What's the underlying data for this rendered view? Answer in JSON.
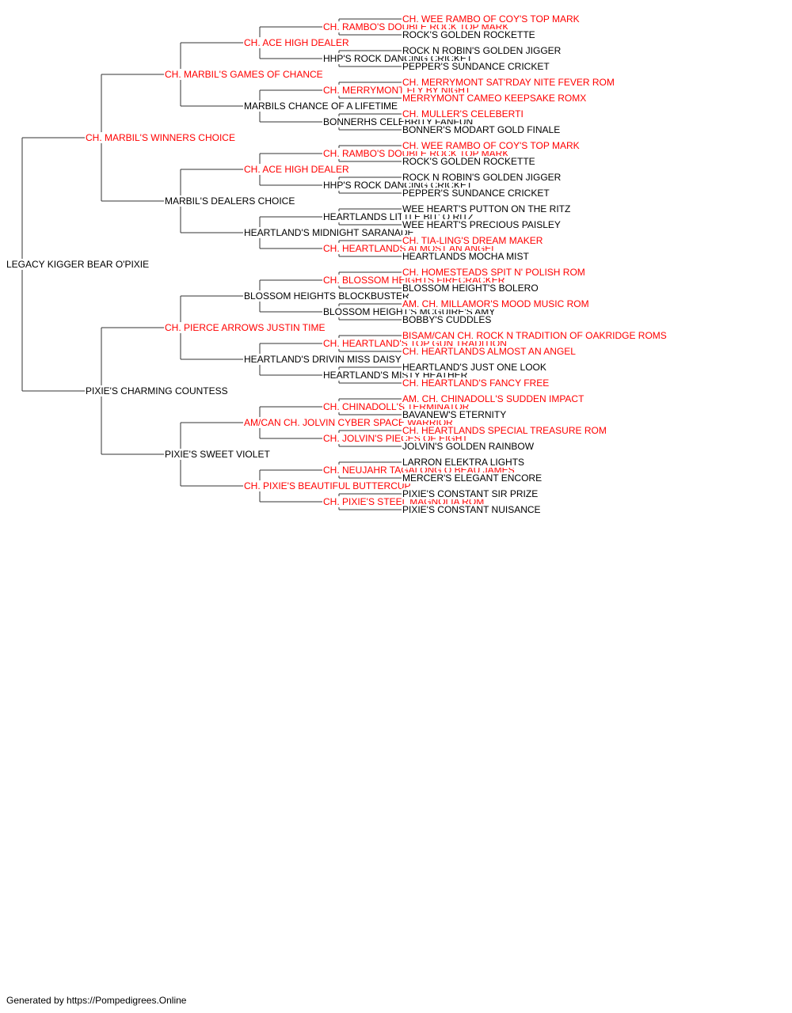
{
  "colors": {
    "champion": "#ff0000",
    "regular": "#000000",
    "line": "#333333"
  },
  "pedigree": {
    "name": "LEGACY KIGGER BEAR O'PIXIE",
    "champion": false,
    "parents": [
      {
        "name": "CH. MARBIL'S WINNERS CHOICE",
        "champion": true,
        "parents": [
          {
            "name": "CH. MARBIL'S GAMES OF CHANCE",
            "champion": true,
            "parents": [
              {
                "name": "CH. ACE HIGH DEALER",
                "champion": true,
                "parents": [
                  {
                    "name": "CH. RAMBO'S DOUBLE ROCK TOP MARK",
                    "champion": true,
                    "parents": [
                      {
                        "name": "CH. WEE RAMBO OF COY'S TOP MARK",
                        "champion": true
                      },
                      {
                        "name": "ROCK'S GOLDEN ROCKETTE",
                        "champion": false
                      }
                    ]
                  },
                  {
                    "name": "HHP'S ROCK DANCING CRICKET",
                    "champion": false,
                    "parents": [
                      {
                        "name": "ROCK N ROBIN'S GOLDEN JIGGER",
                        "champion": false
                      },
                      {
                        "name": "PEPPER'S SUNDANCE CRICKET",
                        "champion": false
                      }
                    ]
                  }
                ]
              },
              {
                "name": "MARBILS CHANCE OF A LIFETIME",
                "champion": false,
                "parents": [
                  {
                    "name": "CH. MERRYMONT FLY BY NIGHT",
                    "champion": true,
                    "parents": [
                      {
                        "name": "CH. MERRYMONT SAT'RDAY NITE FEVER ROM",
                        "champion": true
                      },
                      {
                        "name": "MERRYMONT CAMEO KEEPSAKE ROMX",
                        "champion": true
                      }
                    ]
                  },
                  {
                    "name": "BONNERHS CELEBRITY FANFUN",
                    "champion": false,
                    "parents": [
                      {
                        "name": "CH. MULLER'S CELEBERTI",
                        "champion": true
                      },
                      {
                        "name": "BONNER'S MODART GOLD FINALE",
                        "champion": false
                      }
                    ]
                  }
                ]
              }
            ]
          },
          {
            "name": "MARBIL'S DEALERS CHOICE",
            "champion": false,
            "parents": [
              {
                "name": "CH. ACE HIGH DEALER",
                "champion": true,
                "parents": [
                  {
                    "name": "CH. RAMBO'S DOUBLE ROCK TOP MARK",
                    "champion": true,
                    "parents": [
                      {
                        "name": "CH. WEE RAMBO OF COY'S TOP MARK",
                        "champion": true
                      },
                      {
                        "name": "ROCK'S GOLDEN ROCKETTE",
                        "champion": false
                      }
                    ]
                  },
                  {
                    "name": "HHP'S ROCK DANCING CRICKET",
                    "champion": false,
                    "parents": [
                      {
                        "name": "ROCK N ROBIN'S GOLDEN JIGGER",
                        "champion": false
                      },
                      {
                        "name": "PEPPER'S SUNDANCE CRICKET",
                        "champion": false
                      }
                    ]
                  }
                ]
              },
              {
                "name": "HEARTLAND'S MIDNIGHT SARANADE",
                "champion": false,
                "parents": [
                  {
                    "name": "HEARTLANDS LITTLE BIT' O RITZ",
                    "champion": false,
                    "parents": [
                      {
                        "name": "WEE HEART'S PUTTON ON THE RITZ",
                        "champion": false
                      },
                      {
                        "name": "WEE HEART'S PRECIOUS PAISLEY",
                        "champion": false
                      }
                    ]
                  },
                  {
                    "name": "CH. HEARTLANDS ALMOST AN ANGEL",
                    "champion": true,
                    "parents": [
                      {
                        "name": "CH. TIA-LING'S DREAM MAKER",
                        "champion": true
                      },
                      {
                        "name": "HEARTLANDS MOCHA MIST",
                        "champion": false
                      }
                    ]
                  }
                ]
              }
            ]
          }
        ]
      },
      {
        "name": "PIXIE'S CHARMING COUNTESS",
        "champion": false,
        "parents": [
          {
            "name": "CH. PIERCE ARROWS JUSTIN TIME",
            "champion": true,
            "parents": [
              {
                "name": "BLOSSOM HEIGHTS BLOCKBUSTER",
                "champion": false,
                "parents": [
                  {
                    "name": "CH. BLOSSOM HEIGHTS FIRECRACKER",
                    "champion": true,
                    "parents": [
                      {
                        "name": "CH. HOMESTEADS SPIT N' POLISH ROM",
                        "champion": true
                      },
                      {
                        "name": "BLOSSOM HEIGHT'S BOLERO",
                        "champion": false
                      }
                    ]
                  },
                  {
                    "name": "BLOSSOM HEIGHT'S MCGUIRE'S AMY",
                    "champion": false,
                    "parents": [
                      {
                        "name": "AM. CH. MILLAMOR'S MOOD MUSIC ROM",
                        "champion": true
                      },
                      {
                        "name": "BOBBY'S CUDDLES",
                        "champion": false
                      }
                    ]
                  }
                ]
              },
              {
                "name": "HEARTLAND'S DRIVIN MISS DAISY",
                "champion": false,
                "parents": [
                  {
                    "name": "CH. HEARTLAND'S TOP GUN TRADITION",
                    "champion": true,
                    "parents": [
                      {
                        "name": "BISAM/CAN CH. ROCK N TRADITION OF OAKRIDGE ROMS",
                        "champion": true
                      },
                      {
                        "name": "CH. HEARTLANDS ALMOST AN ANGEL",
                        "champion": true
                      }
                    ]
                  },
                  {
                    "name": "HEARTLAND'S MISTY HEATHER",
                    "champion": false,
                    "parents": [
                      {
                        "name": "HEARTLAND'S JUST ONE LOOK",
                        "champion": false
                      },
                      {
                        "name": "CH. HEARTLAND'S FANCY FREE",
                        "champion": true
                      }
                    ]
                  }
                ]
              }
            ]
          },
          {
            "name": "PIXIE'S SWEET VIOLET",
            "champion": false,
            "parents": [
              {
                "name": "AM/CAN CH. JOLVIN CYBER SPACE WARRIOR",
                "champion": true,
                "parents": [
                  {
                    "name": "CH. CHINADOLL'S TERMINATOR",
                    "champion": true,
                    "parents": [
                      {
                        "name": "AM. CH. CHINADOLL'S SUDDEN IMPACT",
                        "champion": true
                      },
                      {
                        "name": "BAVANEW'S ETERNITY",
                        "champion": false
                      }
                    ]
                  },
                  {
                    "name": "CH. JOLVIN'S PIECES OF EIGHT",
                    "champion": true,
                    "parents": [
                      {
                        "name": "CH. HEARTLANDS SPECIAL TREASURE ROM",
                        "champion": true
                      },
                      {
                        "name": "JOLVIN'S GOLDEN RAINBOW",
                        "champion": false
                      }
                    ]
                  }
                ]
              },
              {
                "name": "CH. PIXIE'S BEAUTIFUL BUTTERCUP",
                "champion": true,
                "parents": [
                  {
                    "name": "CH. NEUJAHR TAGALONG O BEAU JAMES",
                    "champion": true,
                    "parents": [
                      {
                        "name": "LARRON ELEKTRA LIGHTS",
                        "champion": false
                      },
                      {
                        "name": "MERCER'S ELEGANT ENCORE",
                        "champion": false
                      }
                    ]
                  },
                  {
                    "name": "CH. PIXIE'S STEEL MAGNOLIA ROM",
                    "champion": true,
                    "parents": [
                      {
                        "name": "PIXIE'S CONSTANT SIR PRIZE",
                        "champion": false
                      },
                      {
                        "name": "PIXIE'S CONSTANT NUISANCE",
                        "champion": false
                      }
                    ]
                  }
                ]
              }
            ]
          }
        ]
      }
    ]
  },
  "footer": "Generated by https://Pompedigrees.Online"
}
